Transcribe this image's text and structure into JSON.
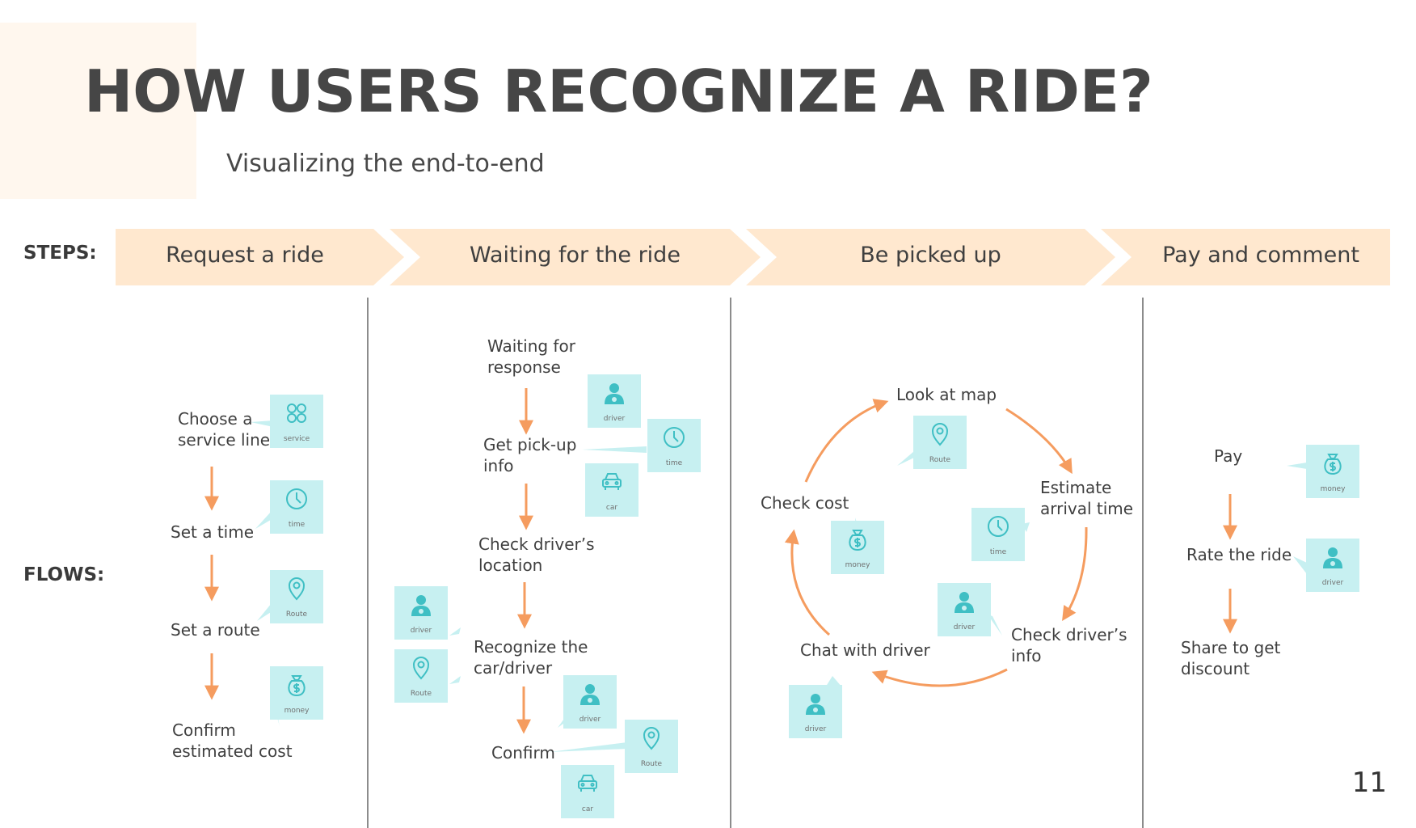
{
  "title": "HOW USERS RECOGNIZE A RIDE?",
  "subtitle": "Visualizing the end-to-end",
  "labels": {
    "steps": "STEPS:",
    "flows": "FLOWS:"
  },
  "steps": [
    "Request a ride",
    "Waiting for the ride",
    "Be picked up",
    "Pay and comment"
  ],
  "flows": {
    "request": [
      "Choose a\nservice line",
      "Set a time",
      "Set a route",
      "Confirm\nestimated cost"
    ],
    "waiting": [
      "Waiting for\nresponse",
      "Get pick-up\ninfo",
      "Check driver’s\nlocation",
      "Recognize the\ncar/driver",
      "Confirm"
    ],
    "pickup": [
      "Look at map",
      "Estimate\narrival time",
      "Check driver’s\ninfo",
      "Chat with driver",
      "Check cost"
    ],
    "pay": [
      "Pay",
      "Rate the ride",
      "Share to get\ndiscount"
    ]
  },
  "icon_labels": {
    "service": "service",
    "time": "time",
    "route": "Route",
    "money": "money",
    "driver": "driver",
    "car": "car"
  },
  "colors": {
    "chevron": "#ffe8cf",
    "arrow": "#f59c5f",
    "icon_bg": "#c7f0f1",
    "icon_fg": "#3fbfc4",
    "deco": "#fff7ee"
  },
  "page_number": "11"
}
